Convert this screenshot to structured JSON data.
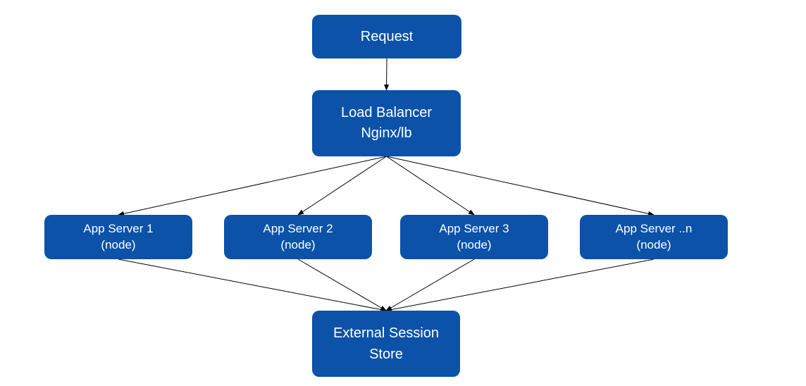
{
  "colors": {
    "node_fill": "#0B52A8",
    "node_text": "#FFFFFF",
    "arrow": "#000000",
    "background": "#FFFFFF"
  },
  "diagram": {
    "nodes": [
      {
        "id": "request",
        "lines": [
          "Request",
          ""
        ]
      },
      {
        "id": "load-balancer",
        "lines": [
          "Load Balancer",
          "Nginx/lb"
        ]
      },
      {
        "id": "app-server-1",
        "lines": [
          "App Server 1",
          "(node)"
        ]
      },
      {
        "id": "app-server-2",
        "lines": [
          "App Server 2",
          "(node)"
        ]
      },
      {
        "id": "app-server-3",
        "lines": [
          "App Server 3",
          "(node)"
        ]
      },
      {
        "id": "app-server-n",
        "lines": [
          "App Server ..n",
          "(node)"
        ]
      },
      {
        "id": "session-store",
        "lines": [
          "External Session",
          "Store"
        ]
      }
    ],
    "edges": [
      {
        "from": "request",
        "to": "load-balancer"
      },
      {
        "from": "load-balancer",
        "to": "app-server-1"
      },
      {
        "from": "load-balancer",
        "to": "app-server-2"
      },
      {
        "from": "load-balancer",
        "to": "app-server-3"
      },
      {
        "from": "load-balancer",
        "to": "app-server-n"
      },
      {
        "from": "app-server-1",
        "to": "session-store"
      },
      {
        "from": "app-server-2",
        "to": "session-store"
      },
      {
        "from": "app-server-3",
        "to": "session-store"
      },
      {
        "from": "app-server-n",
        "to": "session-store"
      }
    ]
  }
}
